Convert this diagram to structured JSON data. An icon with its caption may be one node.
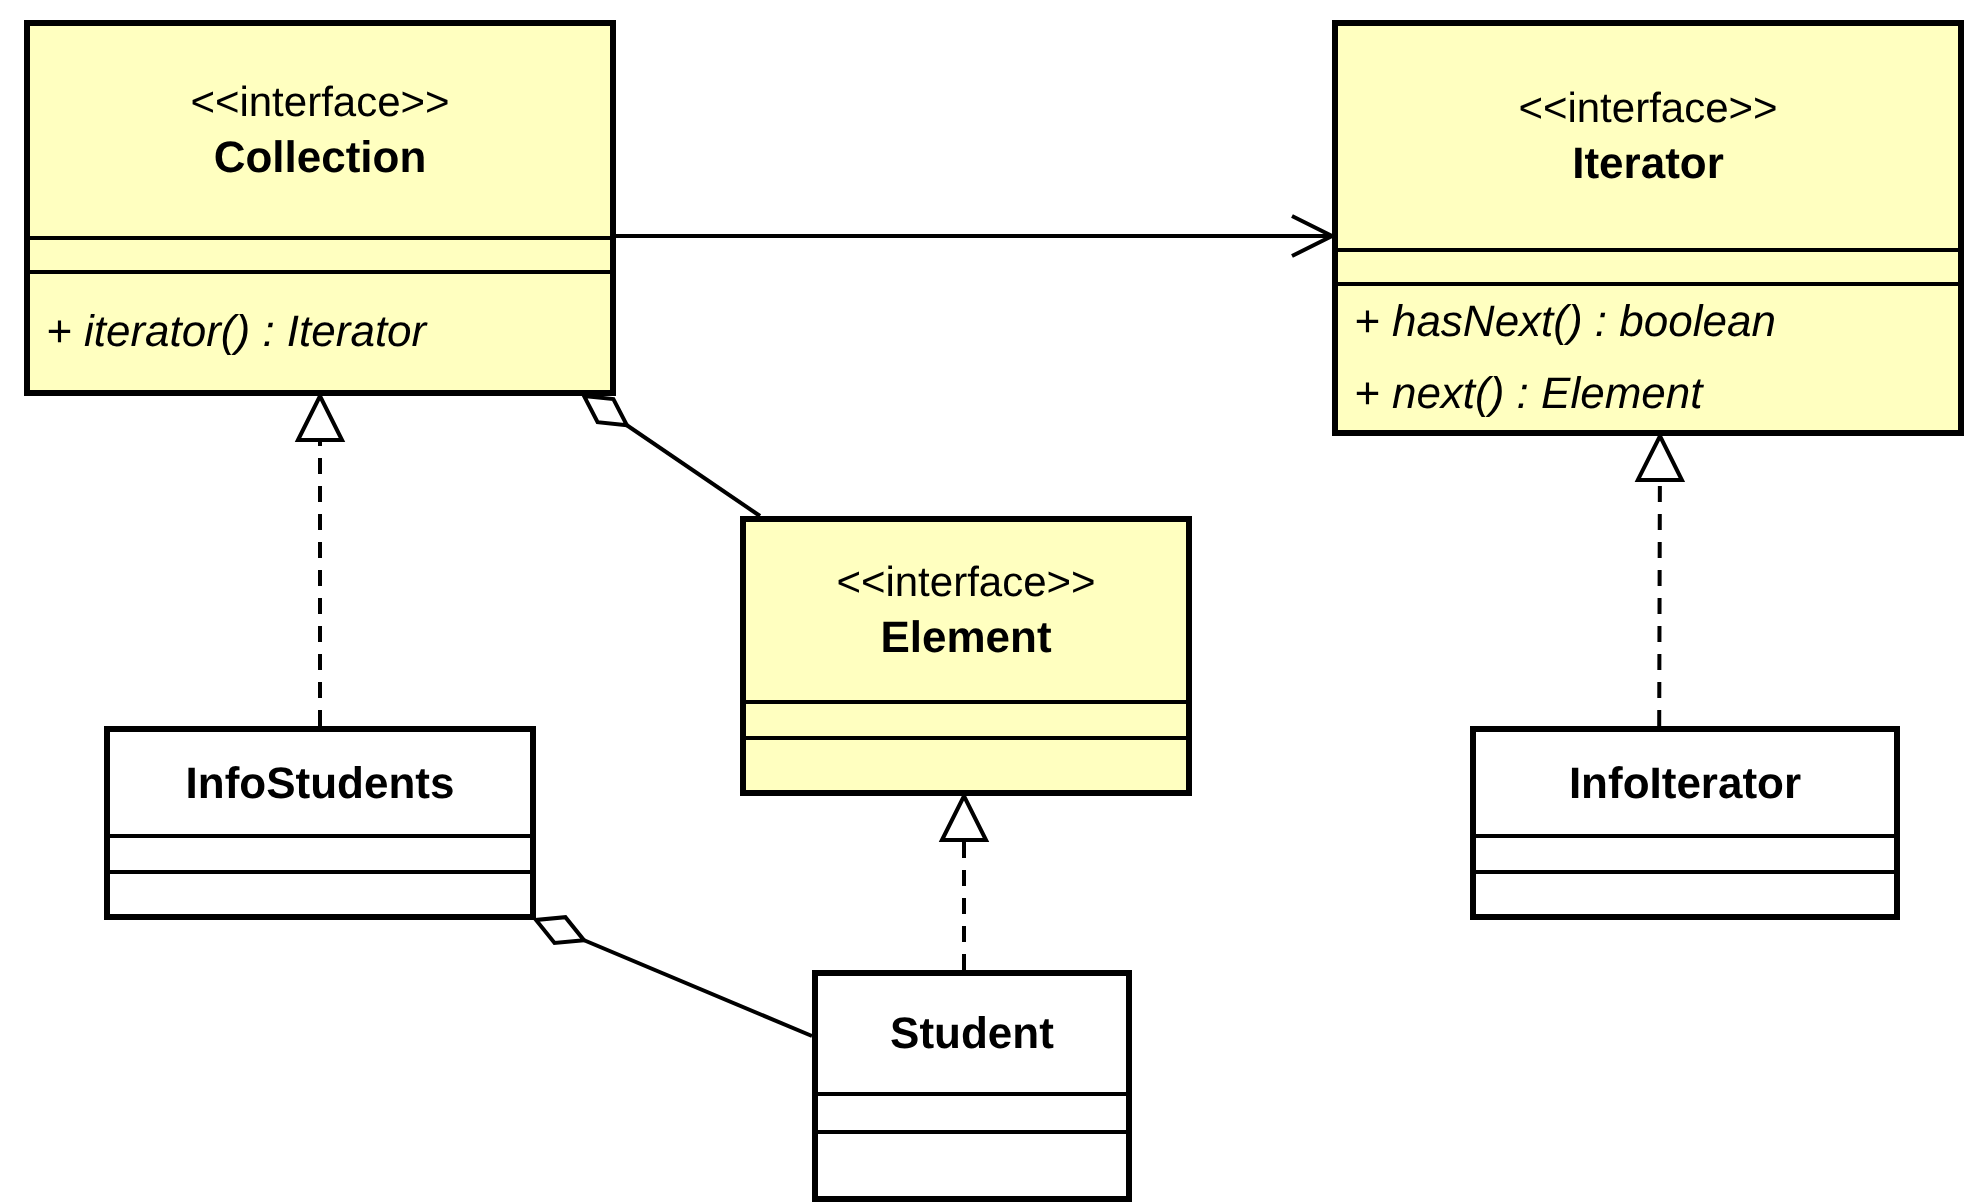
{
  "diagram": {
    "nodes": [
      {
        "text": [
          "<<interface>>",
          "Collection",
          "+ iterator() : Iterator"
        ]
      },
      {
        "text": [
          "<<interface>>",
          "Iterator",
          "+ hasNext() : boolean",
          "+ next() : Element"
        ]
      },
      {
        "text": [
          "InfoStudents"
        ]
      },
      {
        "text": [
          "<<interface>>",
          "Element"
        ]
      },
      {
        "text": [
          "InfoIterator"
        ]
      },
      {
        "text": [
          "Student"
        ]
      }
    ],
    "edges": [
      {
        "from": 0,
        "to": 1,
        "arrow": "to"
      },
      {
        "from": 2,
        "to": 0,
        "arrow": "to",
        "style": "dashed"
      },
      {
        "from": 4,
        "to": 1,
        "arrow": "to",
        "style": "dashed"
      },
      {
        "from": 5,
        "to": 3,
        "arrow": "to",
        "style": "dashed"
      },
      {
        "from": 0,
        "to": 3,
        "arrow": "other"
      },
      {
        "from": 2,
        "to": 5,
        "arrow": "other"
      }
    ]
  }
}
